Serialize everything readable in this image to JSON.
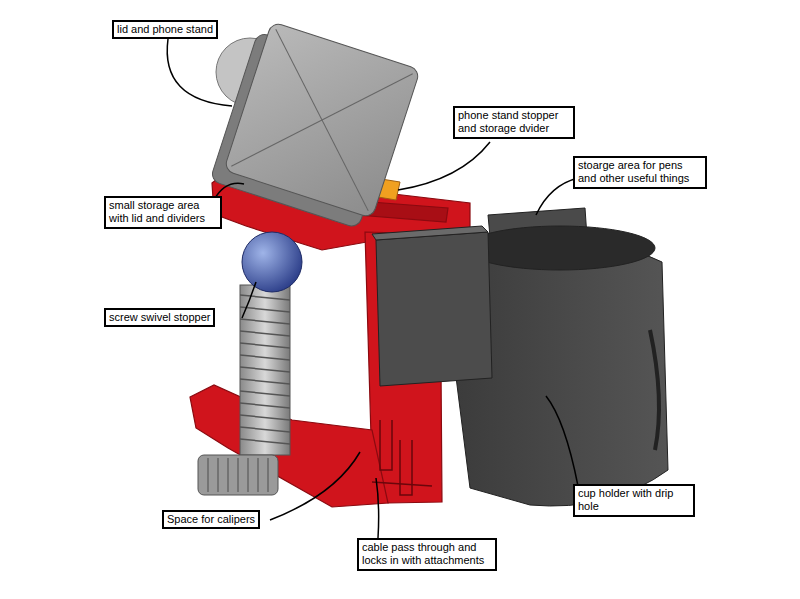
{
  "diagram": {
    "nodes": [
      {
        "text": [
          "lid and phone stand"
        ]
      },
      {
        "text": [
          "phone stand stopper and storage dvider"
        ]
      },
      {
        "text": [
          "stoarge area for pens and other useful things"
        ]
      },
      {
        "text": [
          "small storage area with lid and dividers"
        ]
      },
      {
        "text": [
          "screw swivel stopper"
        ]
      },
      {
        "text": [
          "cup holder with drip hole"
        ]
      },
      {
        "text": [
          "Space for calipers"
        ]
      },
      {
        "text": [
          "cable pass through and locks in with attachments"
        ]
      }
    ]
  }
}
